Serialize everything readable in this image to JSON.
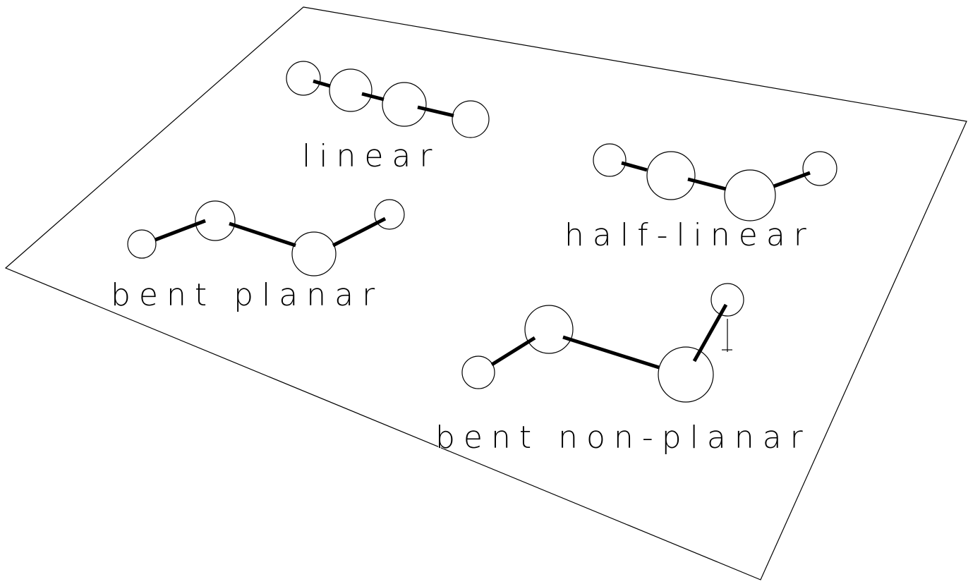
{
  "diagram": {
    "molecules": [
      {
        "id": "linear",
        "label": "linear"
      },
      {
        "id": "half-linear",
        "label": "half-linear"
      },
      {
        "id": "bent-planar",
        "label": "bent planar"
      },
      {
        "id": "bent-non-planar",
        "label": "bent non-planar"
      }
    ]
  }
}
